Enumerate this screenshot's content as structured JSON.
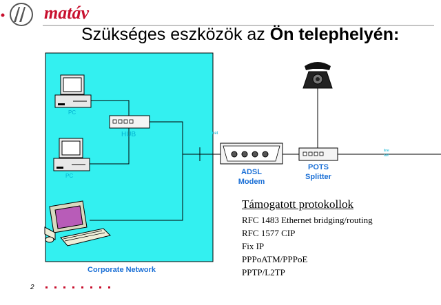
{
  "header": {
    "logo_text": "matáv",
    "title_prefix": "Szükséges eszközök az ",
    "title_bold": "Ön telephelyén:"
  },
  "diagram": {
    "pc_label_1": "PC",
    "pc_label_2": "PC",
    "hub_label": "HUB",
    "net_label": "net",
    "adsl_label_line1": "ADSL",
    "adsl_label_line2": "Modem",
    "pots_label_line1": "POTS",
    "pots_label_line2": "Splitter",
    "line_label_line1": "line",
    "line_label_line2": "adr",
    "corporate_label": "Corporate Network"
  },
  "protocols": {
    "heading": "Támogatott protokollok",
    "items": [
      "RFC 1483 Ethernet bridging/routing",
      "RFC 1577 CIP",
      "Fix IP",
      "PPPoATM/PPPoE",
      "PPTP/L2TP"
    ]
  },
  "footer": {
    "page_number": "2"
  },
  "colors": {
    "accent_red": "#c8102e",
    "network_cyan": "#33f0f0",
    "label_blue": "#1a6fd6"
  }
}
